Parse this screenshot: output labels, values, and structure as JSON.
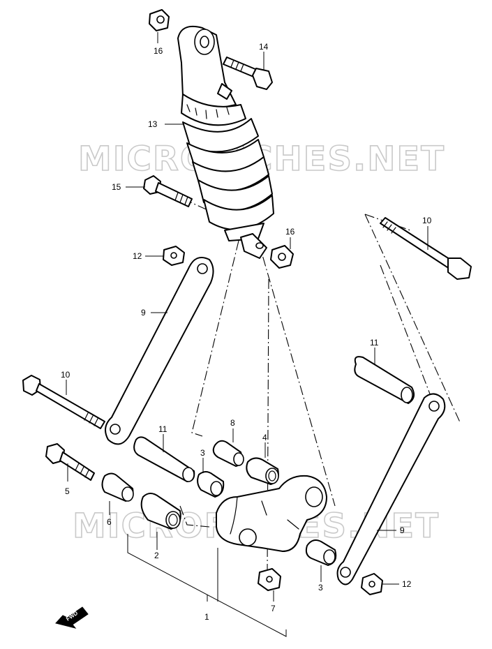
{
  "watermarks": [
    "MICROFICHES.NET",
    "MICROFICHES.NET"
  ],
  "forward_badge": "FWD",
  "callouts": {
    "c1": "1",
    "c2": "2",
    "c3a": "3",
    "c3b": "3",
    "c4": "4",
    "c5": "5",
    "c6": "6",
    "c7": "7",
    "c8": "8",
    "c9a": "9",
    "c9b": "9",
    "c10a": "10",
    "c10b": "10",
    "c11a": "11",
    "c11b": "11",
    "c12a": "12",
    "c12b": "12",
    "c13": "13",
    "c14": "14",
    "c15": "15",
    "c16a": "16",
    "c16b": "16"
  }
}
